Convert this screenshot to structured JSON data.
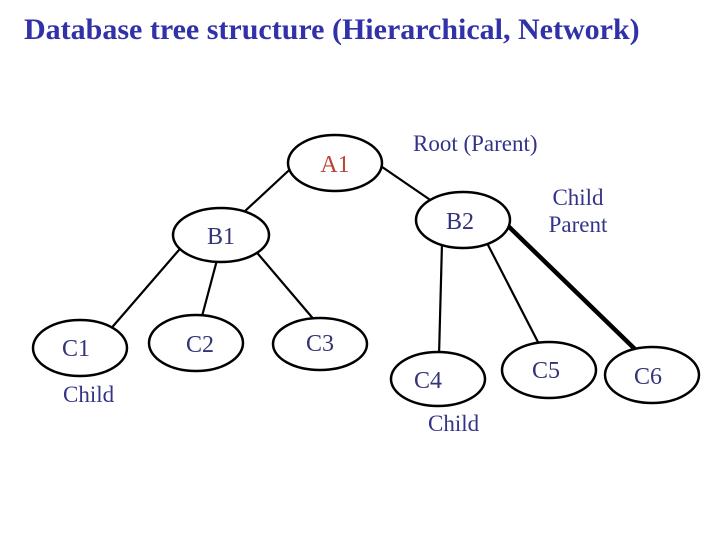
{
  "slide": {
    "title": "Database tree structure (Hierarchical, Network)"
  },
  "colors": {
    "background": "#FFFFFF",
    "title_text": "#3232A8",
    "node_fill": "#FFFFFF",
    "node_border": "#000000",
    "node_label": "#333377",
    "root_node_label": "#BC4433",
    "annotation_text": "#333388",
    "edge": "#000000"
  },
  "diagram": {
    "type": "tree",
    "nodes": [
      {
        "id": "A1",
        "label": "A1",
        "role": "root"
      },
      {
        "id": "B1",
        "label": "B1",
        "role": "child-parent"
      },
      {
        "id": "B2",
        "label": "B2",
        "role": "child-parent"
      },
      {
        "id": "C1",
        "label": "C1",
        "role": "child"
      },
      {
        "id": "C2",
        "label": "C2",
        "role": "child"
      },
      {
        "id": "C3",
        "label": "C3",
        "role": "child"
      },
      {
        "id": "C4",
        "label": "C4",
        "role": "child"
      },
      {
        "id": "C5",
        "label": "C5",
        "role": "child"
      },
      {
        "id": "C6",
        "label": "C6",
        "role": "child"
      }
    ],
    "edges": [
      {
        "from": "A1",
        "to": "B1",
        "emphasis": "normal"
      },
      {
        "from": "A1",
        "to": "B2",
        "emphasis": "normal"
      },
      {
        "from": "B1",
        "to": "C1",
        "emphasis": "normal"
      },
      {
        "from": "B1",
        "to": "C2",
        "emphasis": "normal"
      },
      {
        "from": "B1",
        "to": "C3",
        "emphasis": "normal"
      },
      {
        "from": "B2",
        "to": "C4",
        "emphasis": "normal"
      },
      {
        "from": "B2",
        "to": "C5",
        "emphasis": "normal"
      },
      {
        "from": "B2",
        "to": "C6",
        "emphasis": "bold"
      }
    ],
    "annotations": {
      "root": "Root (Parent)",
      "mid_line1": "Child",
      "mid_line2": "Parent",
      "child_left": "Child",
      "child_bottom": "Child"
    }
  }
}
